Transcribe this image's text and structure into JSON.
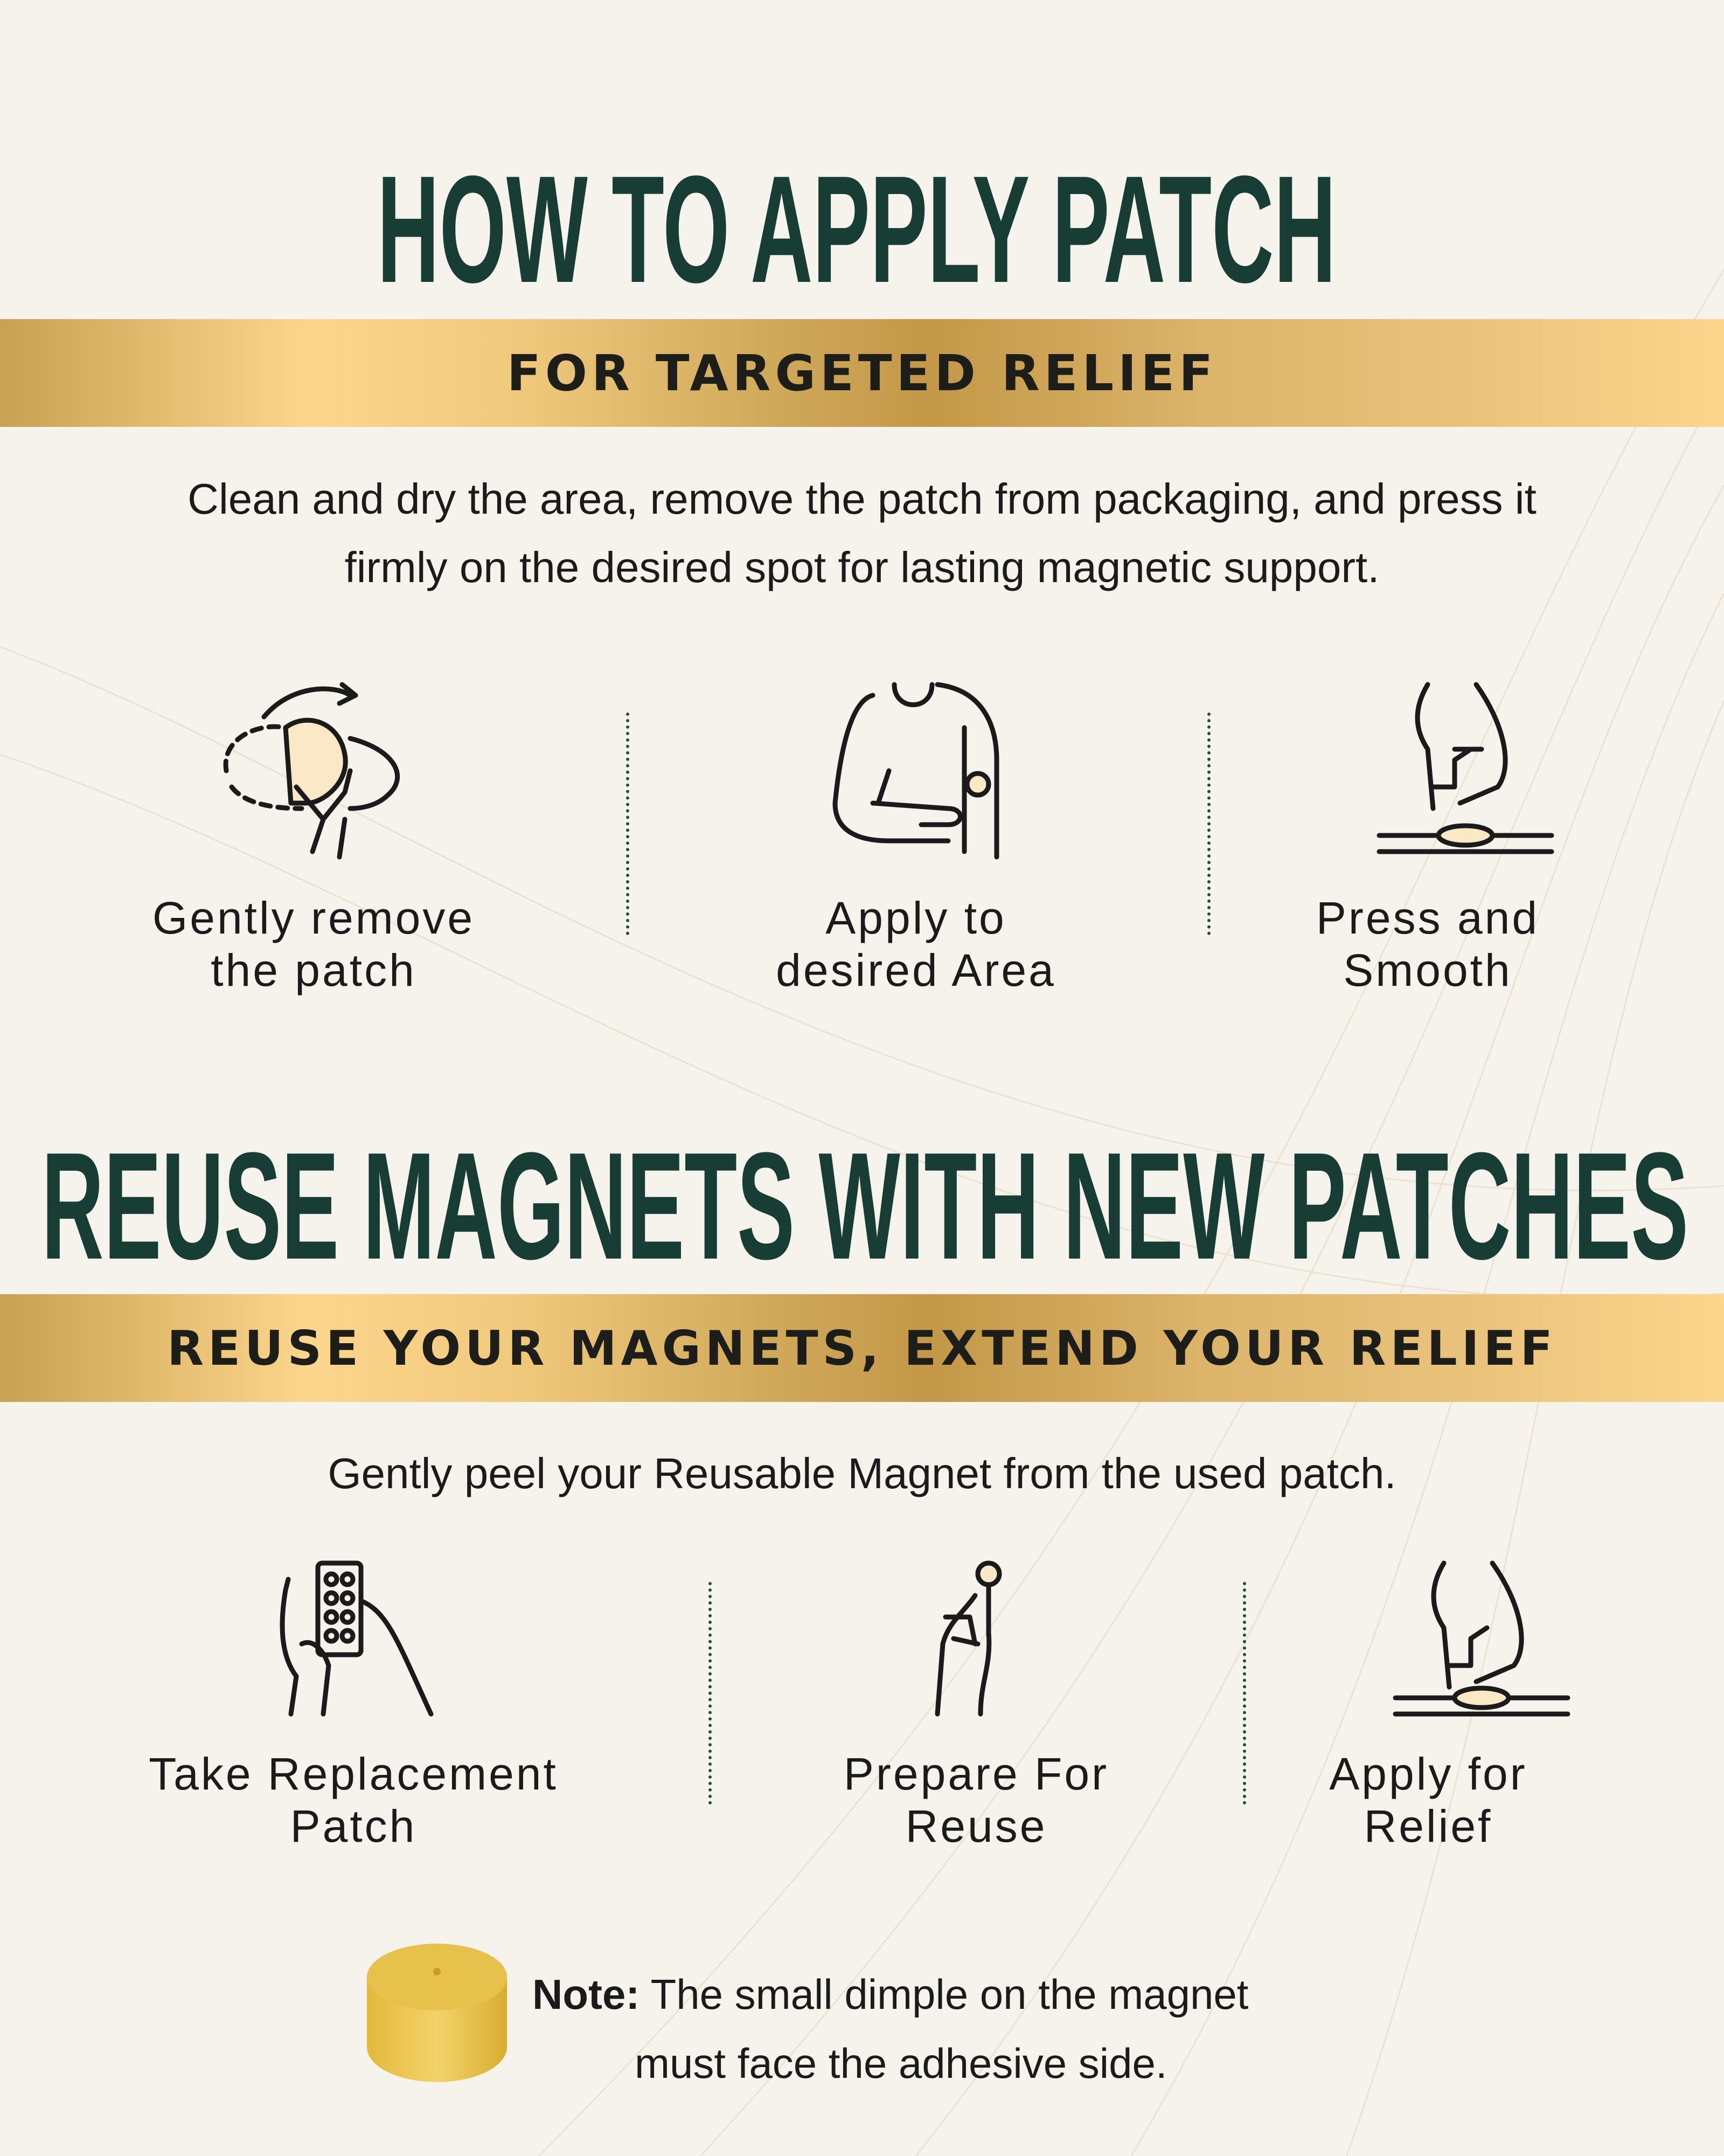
{
  "section1": {
    "title": "HOW TO APPLY PATCH",
    "band": "FOR TARGETED RELIEF",
    "description": [
      "Clean and dry the area, remove the patch from packaging, and press it",
      "firmly on the desired spot for lasting magnetic support."
    ],
    "steps": [
      {
        "icon": "remove-patch-icon",
        "label": "Gently remove\nthe patch"
      },
      {
        "icon": "arm-patch-icon",
        "label": "Apply to\ndesired Area"
      },
      {
        "icon": "press-patch-icon",
        "label": "Press and\nSmooth"
      }
    ]
  },
  "section2": {
    "title": "REUSE MAGNETS WITH NEW PATCHES",
    "band": "REUSE YOUR MAGNETS, EXTEND YOUR RELIEF",
    "description": "Gently peel your Reusable Magnet from the used patch.",
    "steps": [
      {
        "icon": "replacement-patch-icon",
        "label": "Take Replacement\nPatch"
      },
      {
        "icon": "magnet-finger-icon",
        "label": "Prepare For\nReuse"
      },
      {
        "icon": "press-patch-icon",
        "label": "Apply for\nRelief"
      }
    ]
  },
  "note": {
    "prefix": "Note:",
    "line1": " The small dimple on the magnet",
    "line2": "must face the adhesive side."
  },
  "colors": {
    "title": "#173d34",
    "band_gold": "#fcd68c",
    "background": "#f6f3ec",
    "magnet": "#e8c24a"
  }
}
